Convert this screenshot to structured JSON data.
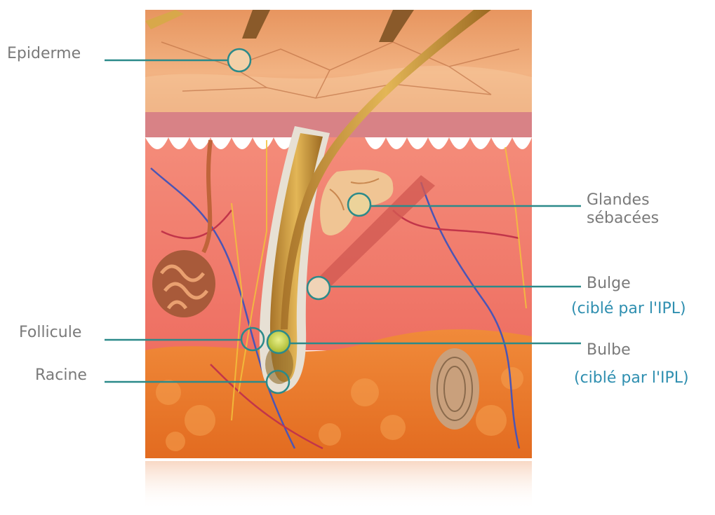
{
  "colors": {
    "leader_line": "#2b8a8a",
    "label_text": "#7a7a7a",
    "accent_text": "#2f8fb0",
    "epidermis": "#e9a073",
    "dermis": "#f07e6c",
    "fat": "#e87a2a",
    "hair": "#c99a3a"
  },
  "labels": {
    "epiderme": "Epiderme",
    "follicule": "Follicule",
    "racine": "Racine",
    "glandes_line1": "Glandes",
    "glandes_line2": "sébacées",
    "bulge": "Bulge",
    "bulge_note": "(ciblé par l'IPL)",
    "bulbe": "Bulbe",
    "bulbe_note": "(ciblé par l'IPL)"
  }
}
